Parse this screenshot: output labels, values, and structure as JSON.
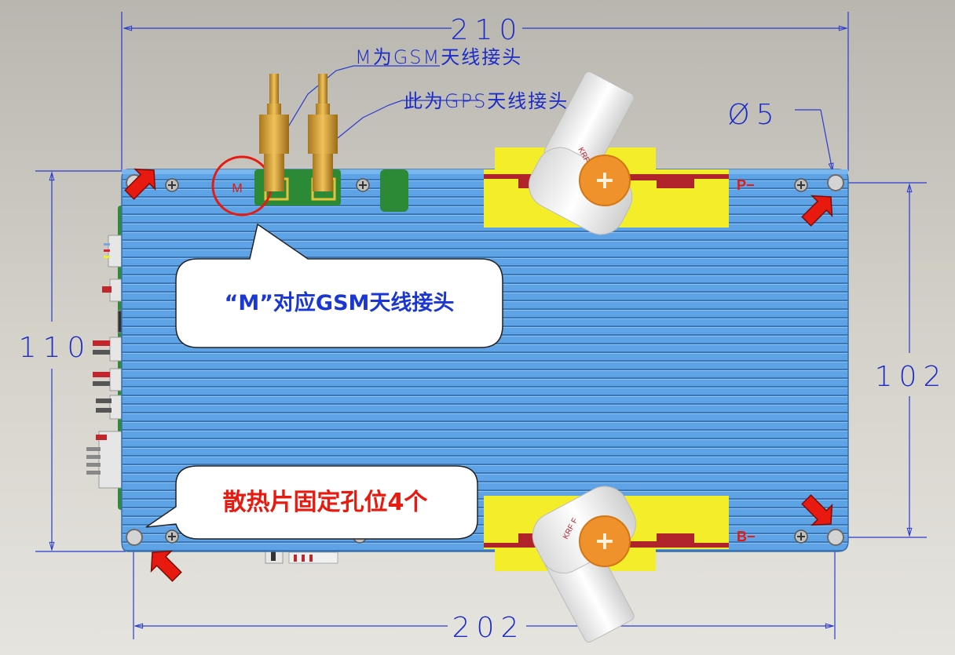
{
  "dimensions": {
    "top_width": "210",
    "bottom_width": "202",
    "left_height": "110",
    "right_height": "102",
    "hole_diameter": "Ø5"
  },
  "annotations": {
    "gsm_connector": "M为GSM天线接头",
    "gps_connector": "此为GPS天线接头"
  },
  "board_labels": {
    "m_marker": "M",
    "p_minus": "P−",
    "b_minus": "B−",
    "lug_text": "KRF F"
  },
  "callouts": {
    "gsm_note": "“M”对应GSM天线接头",
    "holes_note": "散热片固定孔位4个"
  },
  "colors": {
    "background": "#cdc9c1",
    "heatsink": "#5b9fe0",
    "fin_line": "#3c78b8",
    "pad": "#f4ee2a",
    "terminal": "#f0922c",
    "arrow": "#e8190f",
    "dimension": "#2a3bd0",
    "callout_blue": "#1a37d4",
    "callout_red": "#e8190f"
  }
}
